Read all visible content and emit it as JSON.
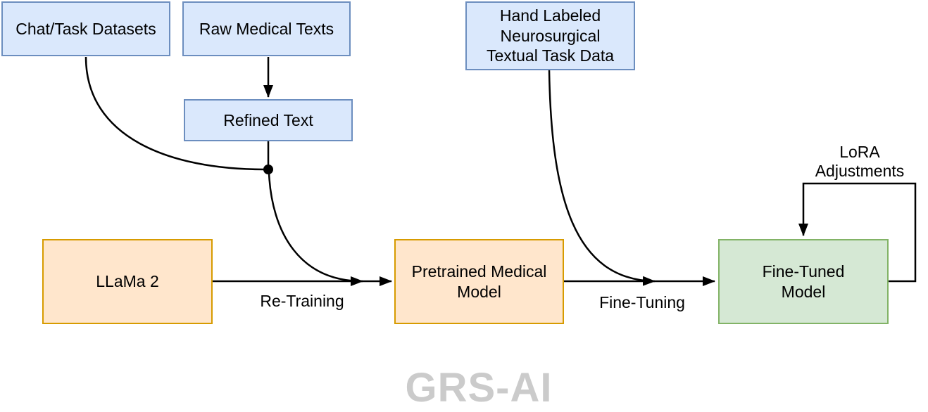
{
  "nodes": {
    "chat_task_datasets": {
      "label": "Chat/Task Datasets"
    },
    "raw_medical_texts": {
      "label": "Raw Medical Texts"
    },
    "refined_text": {
      "label": "Refined Text"
    },
    "hand_labeled_data": {
      "label": [
        "Hand Labeled",
        "Neurosurgical",
        "Textual Task Data"
      ]
    },
    "llama_2": {
      "label": "LLaMa 2"
    },
    "pretrained_medical_model": {
      "label": [
        "Pretrained Medical",
        "Model"
      ]
    },
    "fine_tuned_model": {
      "label": [
        "Fine-Tuned",
        "Model"
      ]
    }
  },
  "edge_labels": {
    "re_training": "Re-Training",
    "fine_tuning": "Fine-Tuning",
    "lora_adjustments": [
      "LoRA",
      "Adjustments"
    ]
  },
  "watermark": "GRS-AI",
  "colors": {
    "dataset_fill": "#dae8fc",
    "dataset_border": "#6c8ebf",
    "model_fill": "#ffe6cc",
    "model_border": "#d79b00",
    "output_fill": "#d5e8d4",
    "output_border": "#82b366",
    "edge": "#000000",
    "watermark_text": "#cbcbcb"
  }
}
